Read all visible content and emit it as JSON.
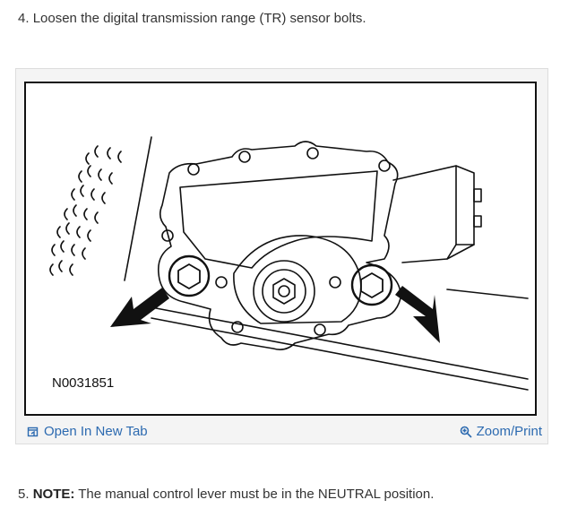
{
  "step4": {
    "number": "4.",
    "text": "Loosen the digital transmission range (TR) sensor bolts."
  },
  "figure": {
    "code": "N0031851",
    "open_label": "Open In New Tab",
    "open_icon": "open-in-new-tab-icon",
    "zoom_label": "Zoom/Print",
    "zoom_icon": "magnifier-icon"
  },
  "step5": {
    "number": "5.",
    "note_label": "NOTE:",
    "text": "The manual control lever must be in the NEUTRAL position."
  },
  "colors": {
    "link": "#2c6ab0",
    "text": "#333333",
    "card_bg": "#f4f4f4"
  }
}
